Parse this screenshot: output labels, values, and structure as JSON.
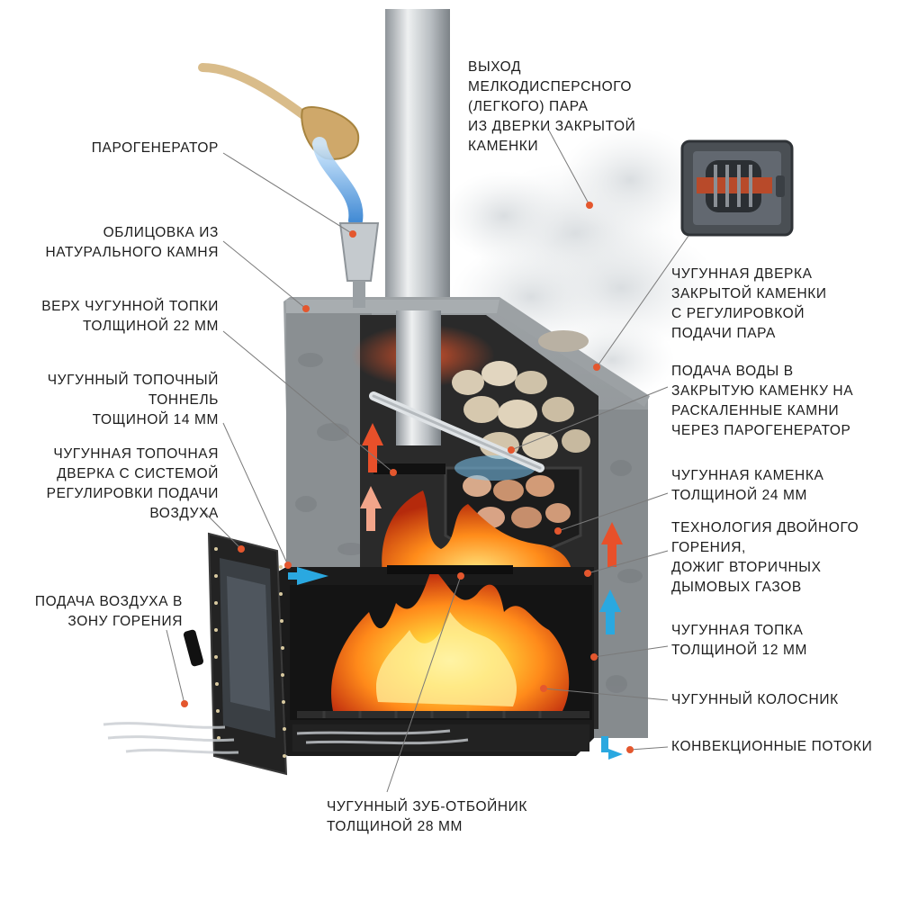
{
  "labels": {
    "steam_out": "ВЫХОД\nМЕЛКОДИСПЕРСНОГО\n(ЛЕГКОГО) ПАРА\nИЗ ДВЕРКИ ЗАКРЫТОЙ\nКАМЕНКИ",
    "steam_generator": "ПАРОГЕНЕРАТОР",
    "stone_cladding": "ОБЛИЦОВКА ИЗ\nНАТУРАЛЬНОГО КАМНЯ",
    "top_firebox": "ВЕРХ ЧУГУННОЙ ТОПКИ\nТОЛЩИНОЙ 22 ММ",
    "tunnel": "ЧУГУННЫЙ ТОПОЧНЫЙ\nТОННЕЛЬ\nТОЩИНОЙ 14 ММ",
    "fire_door": "ЧУГУННАЯ ТОПОЧНАЯ\nДВЕРКА С СИСТЕМОЙ\nРЕГУЛИРОВКИ ПОДАЧИ\nВОЗДУХА",
    "air_supply": "ПОДАЧА ВОЗДУХА В\nЗОНУ ГОРЕНИЯ",
    "heater_door": "ЧУГУННАЯ ДВЕРКА\nЗАКРЫТОЙ КАМЕНКИ\nС РЕГУЛИРОВКОЙ\nПОДАЧИ ПАРА",
    "water_supply": "ПОДАЧА ВОДЫ В\nЗАКРЫТУЮ КАМЕНКУ НА\nРАСКАЛЕННЫЕ КАМНИ\nЧЕРЕЗ ПАРОГЕНЕРАТОР",
    "stone_heater": "ЧУГУННАЯ КАМЕНКА\nТОЛЩИНОЙ 24 ММ",
    "double_burn": "ТЕХНОЛОГИЯ ДВОЙНОГО\nГОРЕНИЯ,\nДОЖИГ ВТОРИЧНЫХ\nДЫМОВЫХ ГАЗОВ",
    "firebox": "ЧУГУННАЯ ТОПКА\nТОЛЩИНОЙ 12 ММ",
    "grate": "ЧУГУННЫЙ КОЛОСНИК",
    "convection": "КОНВЕКЦИОННЫЕ ПОТОКИ",
    "deflector": "ЧУГУННЫЙ ЗУБ-ОТБОЙНИК\nТОЛЩИНОЙ 28 ММ"
  },
  "colors": {
    "marker": "#e4572e",
    "leader": "#6b6b6b",
    "stone": "#8d9295",
    "stone_dark": "#5f6467",
    "iron": "#1e1e1e",
    "pipe": "#c9cdd0",
    "flame_core": "#ffe066",
    "flame_mid": "#ff9a1f",
    "flame_outer": "#e2401b",
    "hot_arrow": "#e8502a",
    "cold_arrow": "#2aa8e0",
    "steam": "#e4e6e8"
  }
}
